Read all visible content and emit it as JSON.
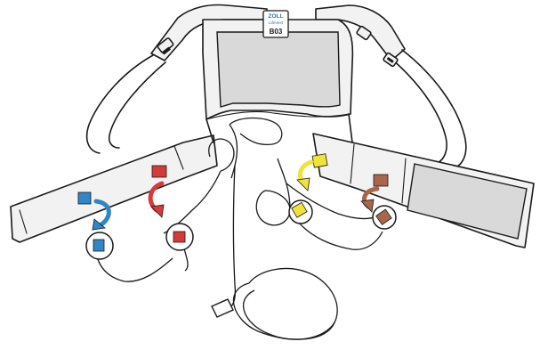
{
  "tag": {
    "brand": "ZOLL",
    "sub": "LifeVest",
    "code": "B03"
  },
  "colors": {
    "blue": "#2f86c8",
    "red": "#d63a3a",
    "yellow": "#f1e23a",
    "brown": "#a8664a",
    "panel_gray": "#d9d9d9",
    "strap_fill": "#f2f2f2",
    "outline": "#1a1a1a"
  },
  "electrodes": [
    {
      "name": "blue",
      "color_key": "blue"
    },
    {
      "name": "red",
      "color_key": "red"
    },
    {
      "name": "yellow",
      "color_key": "yellow"
    },
    {
      "name": "brown",
      "color_key": "brown"
    }
  ]
}
